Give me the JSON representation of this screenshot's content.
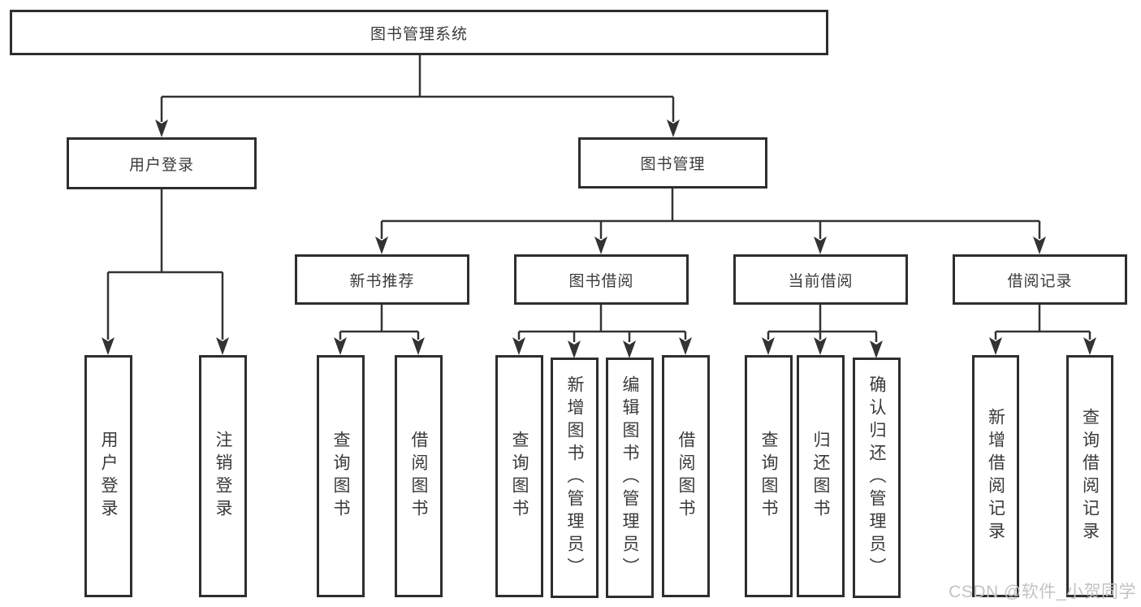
{
  "diagram": {
    "title": "图书管理系统",
    "root": {
      "label": "图书管理系统"
    },
    "level2": {
      "user_login": {
        "label": "用户登录"
      },
      "book_mgmt": {
        "label": "图书管理"
      }
    },
    "level3": {
      "new_books": {
        "label": "新书推荐"
      },
      "book_borrow": {
        "label": "图书借阅"
      },
      "current_borrow": {
        "label": "当前借阅"
      },
      "borrow_records": {
        "label": "借阅记录"
      }
    },
    "leaves": {
      "user_login": [
        "用户登录",
        "注销登录"
      ],
      "new_books": [
        "查询图书",
        "借阅图书"
      ],
      "book_borrow": [
        "查询图书",
        "新增图书（管理员）",
        "编辑图书（管理员）",
        "借阅图书"
      ],
      "current_borrow": [
        "查询图书",
        "归还图书",
        "确认归还（管理员）"
      ],
      "borrow_records": [
        "新增借阅记录",
        "查询借阅记录"
      ]
    },
    "watermark": "CSDN @软件_小贺同学",
    "colors": {
      "line": "#333333",
      "box_border": "#2e2e2e",
      "text": "#3a3a3a",
      "background": "#ffffff",
      "watermark": "#c3c3c3"
    }
  }
}
